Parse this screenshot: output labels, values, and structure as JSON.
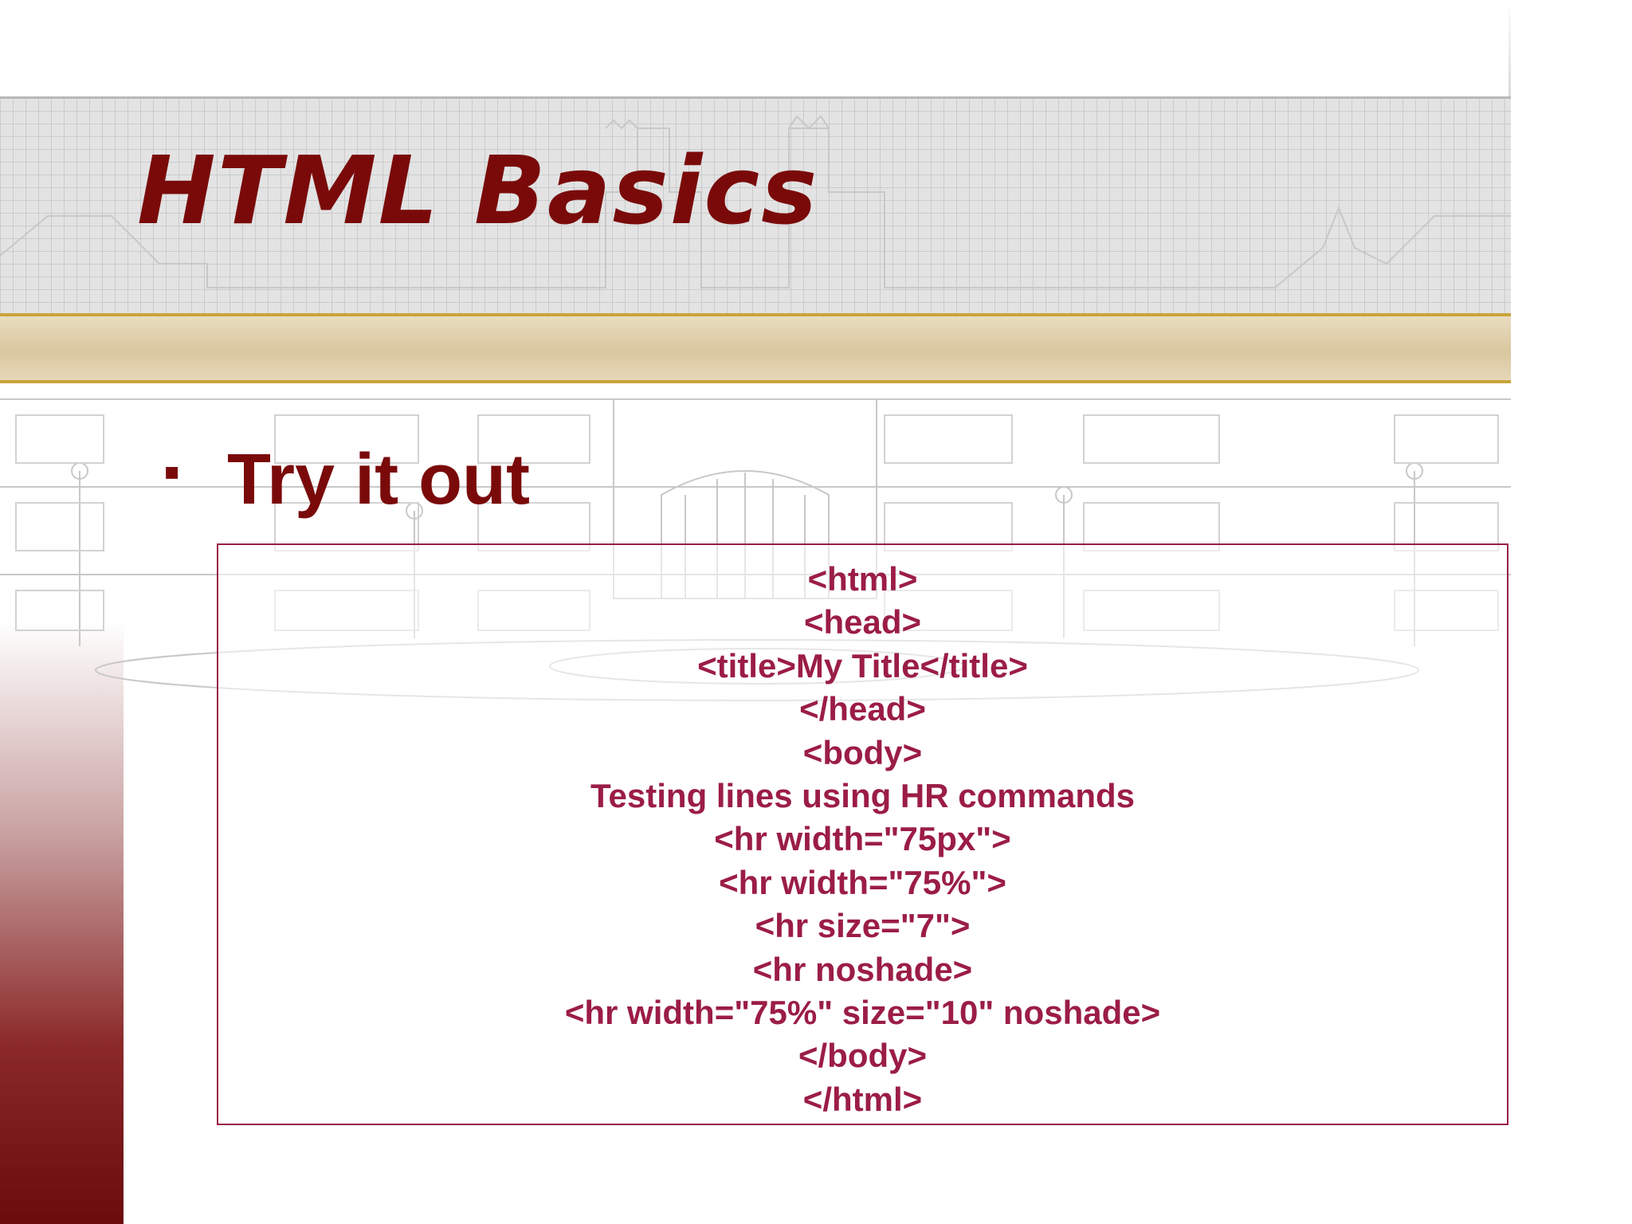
{
  "slide": {
    "title": "HTML Basics",
    "bullet": {
      "marker": "▪",
      "text": "Try it out"
    },
    "code_lines": [
      "<html>",
      "<head>",
      "<title>My Title</title>",
      "</head>",
      "<body>",
      "Testing lines using HR commands",
      "<hr width=\"75px\">",
      "<hr width=\"75%\">",
      "<hr size=\"7\">",
      "<hr noshade>",
      "<hr width=\"75%\" size=\"10\" noshade>",
      "</body>",
      "</html>"
    ]
  },
  "colors": {
    "title": "#7a0a0a",
    "code_text": "#9b1d45",
    "code_border": "#9b1d45",
    "band_gold": "#c9a43a",
    "left_strip": "#6b0b0b"
  }
}
